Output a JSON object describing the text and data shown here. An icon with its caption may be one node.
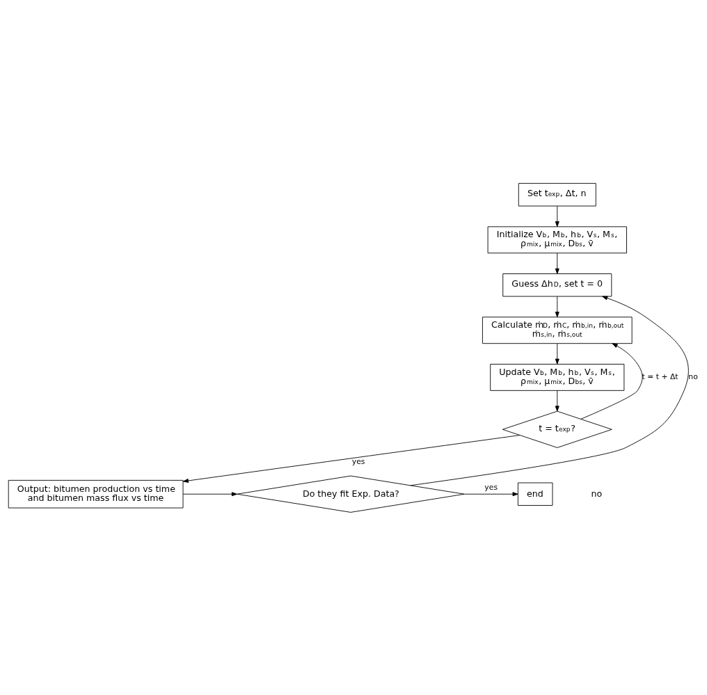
{
  "diagram": {
    "nodes": [
      {
        "text": [
          "Set t$_{exp}$, Δt, n"
        ]
      },
      {
        "text": [
          "Initialize V$_{b}$, M$_{b}$, h$_{b}$, V$_{s}$, M$_{s}$, ρ$_{mix}$, μ$_{mix}$, D$_{bs}$, v̄"
        ]
      },
      {
        "text": [
          "Guess Δh$_{D}$, set t = 0"
        ]
      },
      {
        "text": [
          "Calculate ṁ$_{D}$, ṁ$_{C}$, ṁ$_{b,in}$, ṁ$_{b,out}$ ṁ$_{s,in}$, ṁ$_{s,out}$"
        ]
      },
      {
        "text": [
          "Update V$_{b}$, M$_{b}$, h$_{b}$, V$_{s}$, M$_{s}$, ρ$_{mix}$, μ$_{mix}$, D$_{bs}$, v̄"
        ]
      },
      {
        "text": [
          "t = t$_{exp}$?"
        ]
      },
      {
        "text": [
          "Output: bitumen production vs time and bitumen mass flux vs time"
        ]
      },
      {
        "text": [
          "Do they fit Exp. Data?"
        ]
      },
      {
        "text": [
          "end"
        ]
      }
    ],
    "edges": [
      {
        "from": 0,
        "to": 1,
        "arrow": "to"
      },
      {
        "from": 1,
        "to": 2,
        "arrow": "to"
      },
      {
        "from": 2,
        "to": 3,
        "arrow": "to"
      },
      {
        "from": 3,
        "to": 4,
        "arrow": "to"
      },
      {
        "from": 4,
        "to": 5,
        "arrow": "to"
      },
      {
        "from": 5,
        "to": 3,
        "arrow": "to",
        "label": "t = t + Δt"
      },
      {
        "from": 5,
        "to": 6,
        "arrow": "to",
        "label": "yes"
      },
      {
        "from": 6,
        "to": 7,
        "arrow": "to"
      },
      {
        "from": 7,
        "to": 2,
        "arrow": "to",
        "label": "no"
      },
      {
        "from": 7,
        "to": 8,
        "arrow": "to",
        "label": "yes"
      }
    ],
    "labels": [
      "no"
    ]
  }
}
